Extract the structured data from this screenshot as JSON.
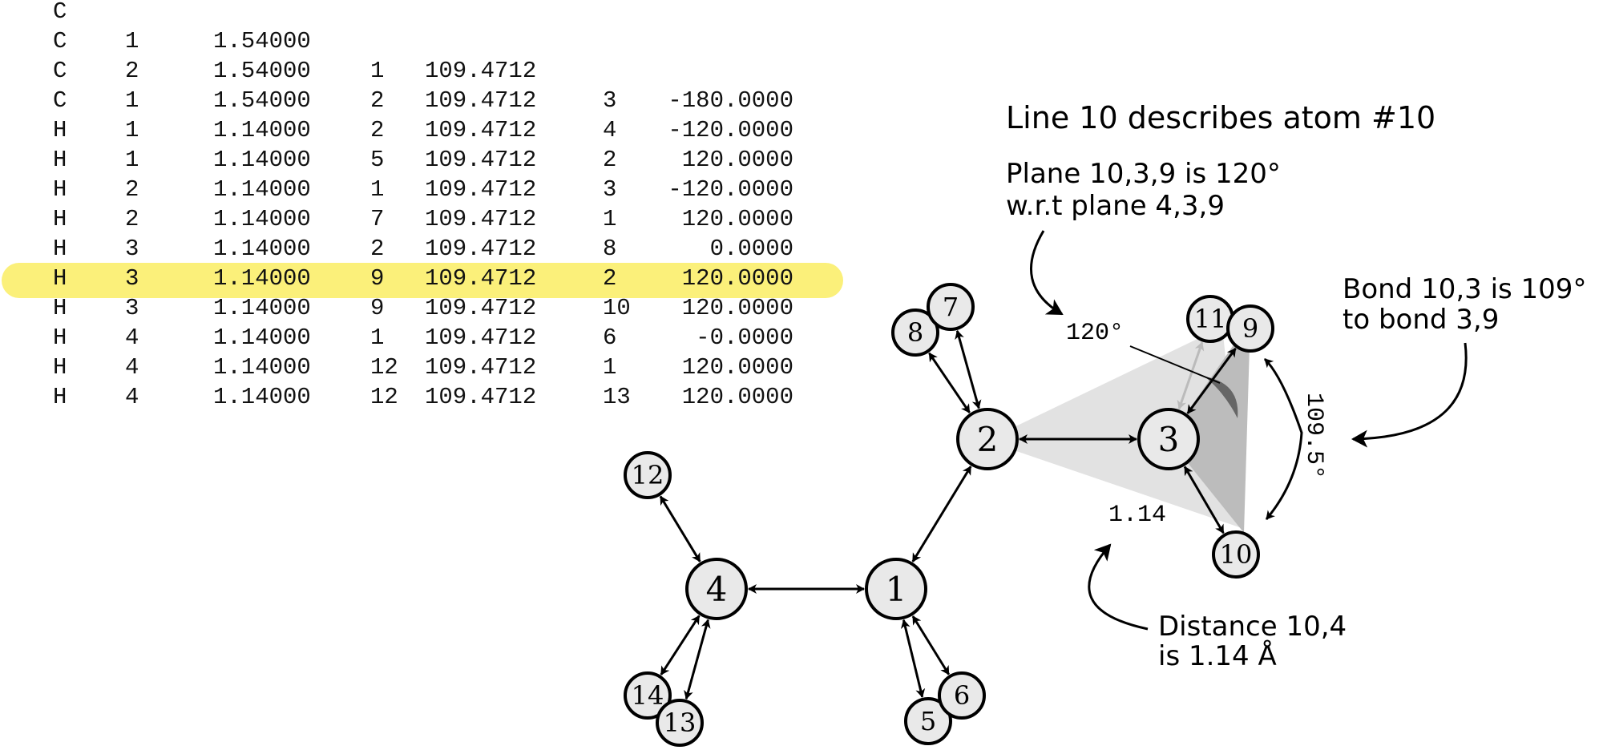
{
  "zmatrix": {
    "rows": [
      [
        "C",
        "",
        "",
        "",
        "",
        "",
        ""
      ],
      [
        "C",
        "1",
        "1.54000",
        "",
        "",
        "",
        ""
      ],
      [
        "C",
        "2",
        "1.54000",
        "1",
        "109.4712",
        "",
        ""
      ],
      [
        "C",
        "1",
        "1.54000",
        "2",
        "109.4712",
        "3",
        "-180.0000"
      ],
      [
        "H",
        "1",
        "1.14000",
        "2",
        "109.4712",
        "4",
        "-120.0000"
      ],
      [
        "H",
        "1",
        "1.14000",
        "5",
        "109.4712",
        "2",
        "120.0000"
      ],
      [
        "H",
        "2",
        "1.14000",
        "1",
        "109.4712",
        "3",
        "-120.0000"
      ],
      [
        "H",
        "2",
        "1.14000",
        "7",
        "109.4712",
        "1",
        "120.0000"
      ],
      [
        "H",
        "3",
        "1.14000",
        "2",
        "109.4712",
        "8",
        "0.0000"
      ],
      [
        "H",
        "3",
        "1.14000",
        "9",
        "109.4712",
        "2",
        "120.0000"
      ],
      [
        "H",
        "3",
        "1.14000",
        "9",
        "109.4712",
        "10",
        "120.0000"
      ],
      [
        "H",
        "4",
        "1.14000",
        "1",
        "109.4712",
        "6",
        "-0.0000"
      ],
      [
        "H",
        "4",
        "1.14000",
        "12",
        "109.4712",
        "1",
        "120.0000"
      ],
      [
        "H",
        "4",
        "1.14000",
        "12",
        "109.4712",
        "13",
        "120.0000"
      ]
    ],
    "highlighted_row": 9,
    "highlight_color": "#fbf07a"
  },
  "atoms": [
    {
      "label": "1"
    },
    {
      "label": "2"
    },
    {
      "label": "3"
    },
    {
      "label": "4"
    },
    {
      "label": "5"
    },
    {
      "label": "6"
    },
    {
      "label": "7"
    },
    {
      "label": "8"
    },
    {
      "label": "9"
    },
    {
      "label": "10"
    },
    {
      "label": "11"
    },
    {
      "label": "12"
    },
    {
      "label": "13"
    },
    {
      "label": "14"
    }
  ],
  "measures": {
    "dihedral": "120°",
    "distance": "1.14",
    "angle": "109.5°"
  },
  "annotations": {
    "title": "Line 10 describes atom #10",
    "plane_line1": "Plane 10,3,9 is 120°",
    "plane_line2": "w.r.t plane 4,3,9",
    "bond_line1": "Bond 10,3 is 109°",
    "bond_line2": "to bond 3,9",
    "distance_line1": "Distance 10,4",
    "distance_line2": "is 1.14 Å"
  },
  "colors": {
    "atom_fill": "#e9e9e9",
    "plane_light": "#e2e2e2",
    "plane_dark": "#bcbcbc",
    "wedge": "#666666"
  }
}
